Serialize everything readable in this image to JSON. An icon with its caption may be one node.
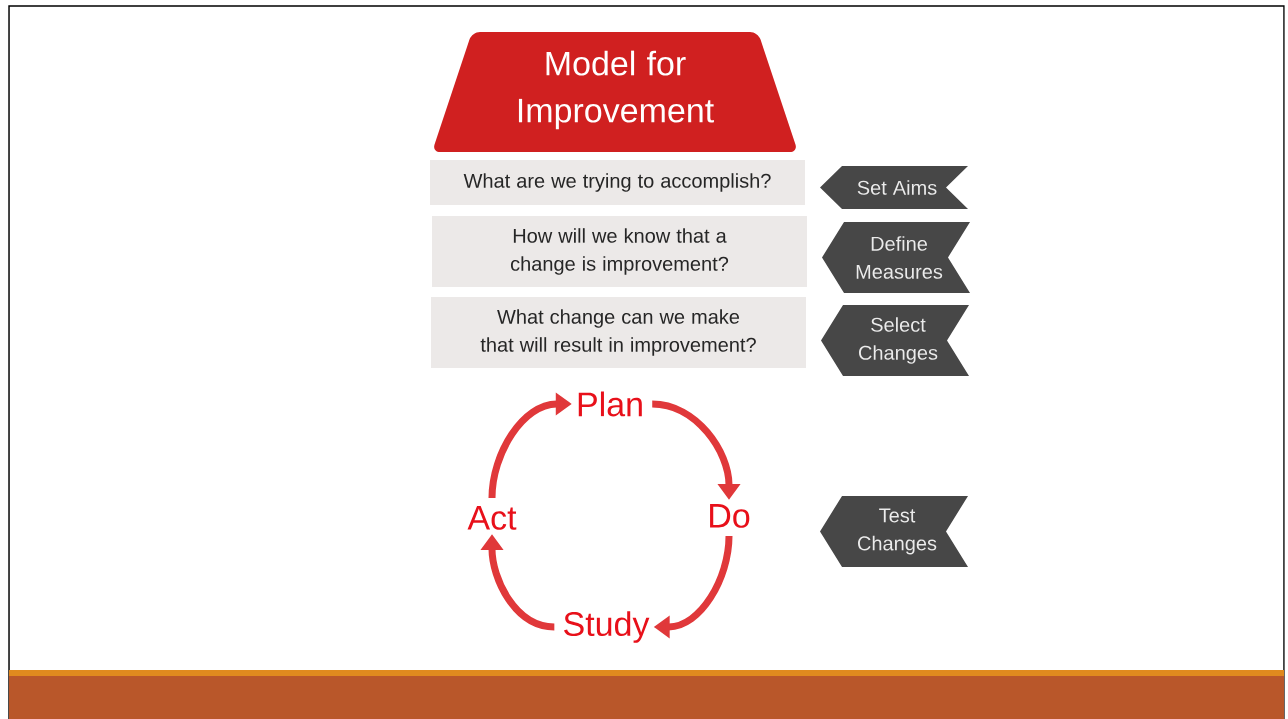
{
  "diagram": {
    "nodes": [
      {
        "text": [
          "Model for Improvement"
        ]
      },
      {
        "text": [
          "What are we trying to accomplish?"
        ]
      },
      {
        "text": [
          "Set Aims"
        ]
      },
      {
        "text": [
          "How will we know that a change is improvement?"
        ]
      },
      {
        "text": [
          "Define Measures"
        ]
      },
      {
        "text": [
          "What change can we make that will result in improvement?"
        ]
      },
      {
        "text": [
          "Select Changes"
        ]
      },
      {
        "text": [
          "Plan"
        ]
      },
      {
        "text": [
          "Act"
        ]
      },
      {
        "text": [
          "Do"
        ]
      },
      {
        "text": [
          "Test Changes"
        ]
      },
      {
        "text": [
          "Study"
        ]
      }
    ],
    "edges": [
      {
        "from": 7,
        "to": 9,
        "arrow": "to"
      },
      {
        "from": 9,
        "to": 11,
        "arrow": "to"
      },
      {
        "from": 11,
        "to": 8,
        "arrow": "to"
      },
      {
        "from": 8,
        "to": 7,
        "arrow": "to"
      }
    ]
  }
}
